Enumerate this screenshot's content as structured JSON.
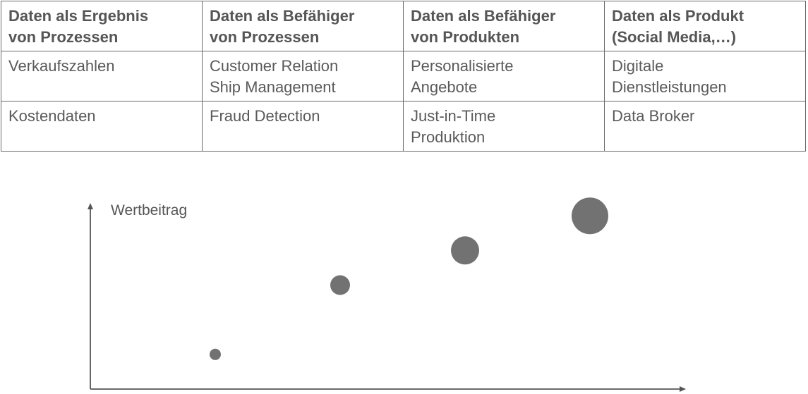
{
  "table": {
    "headers": [
      [
        "Daten als Ergebnis",
        "von Prozessen"
      ],
      [
        "Daten als Befähiger",
        "von Prozessen"
      ],
      [
        "Daten als Befähiger",
        "von Produkten"
      ],
      [
        "Daten als Produkt",
        "(Social Media,…)"
      ]
    ],
    "rows": [
      [
        [
          "Verkaufszahlen"
        ],
        [
          "Customer Relation",
          "Ship Management"
        ],
        [
          "Personalisierte",
          "Angebote"
        ],
        [
          "Digitale",
          "Dienstleistungen"
        ]
      ],
      [
        [
          "Kostendaten"
        ],
        [
          "Fraud Detection"
        ],
        [
          "Just-in-Time",
          "Produktion"
        ],
        [
          "Data Broker"
        ]
      ]
    ]
  },
  "chart_data": {
    "type": "scatter",
    "ylabel": "Wertbeitrag",
    "xlabel": "",
    "x": [
      1,
      2,
      3,
      4
    ],
    "values": [
      1,
      3,
      4,
      5
    ],
    "sizes": [
      1,
      2,
      3,
      4
    ],
    "xlim": [
      0,
      5
    ],
    "ylim": [
      0,
      6
    ],
    "grid": false,
    "color": "#727272",
    "axis_color": "#555555"
  }
}
